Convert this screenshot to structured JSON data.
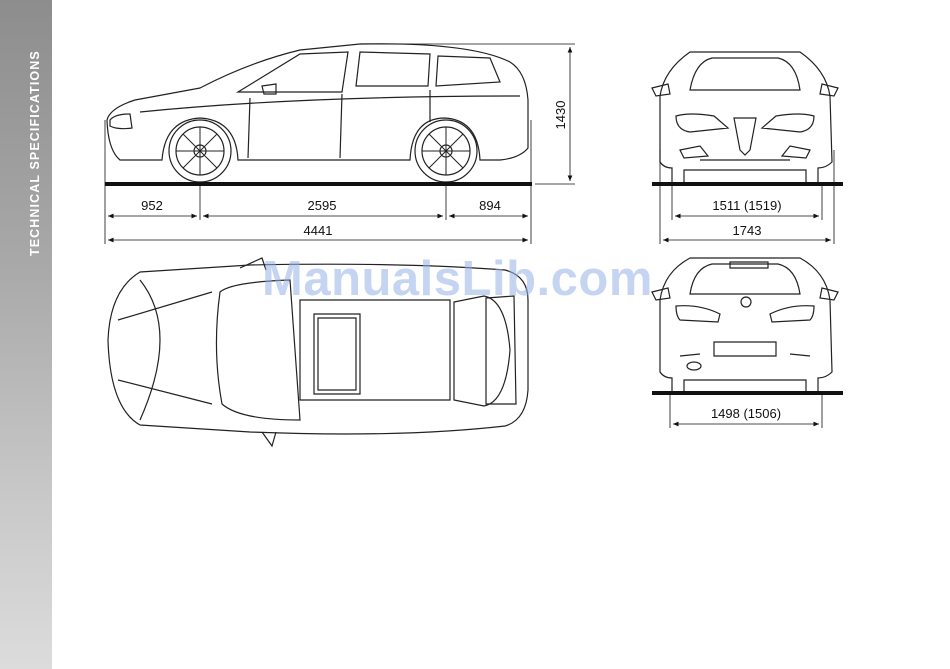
{
  "sidebar": {
    "title": "TECHNICAL SPECIFICATIONS"
  },
  "side_view": {
    "front_overhang": "952",
    "wheelbase": "2595",
    "rear_overhang": "894",
    "total_length": "4441",
    "height": "1430"
  },
  "front_view": {
    "front_track": "1511 (1519)",
    "overall_width": "1743"
  },
  "rear_view": {
    "rear_track": "1498 (1506)"
  },
  "watermark": "ManualsLib.com",
  "colors": {
    "sidebar_top": "#8d8d8d",
    "sidebar_bottom": "#dcdcdc",
    "line": "#222222",
    "watermark": "#96b0e6"
  }
}
